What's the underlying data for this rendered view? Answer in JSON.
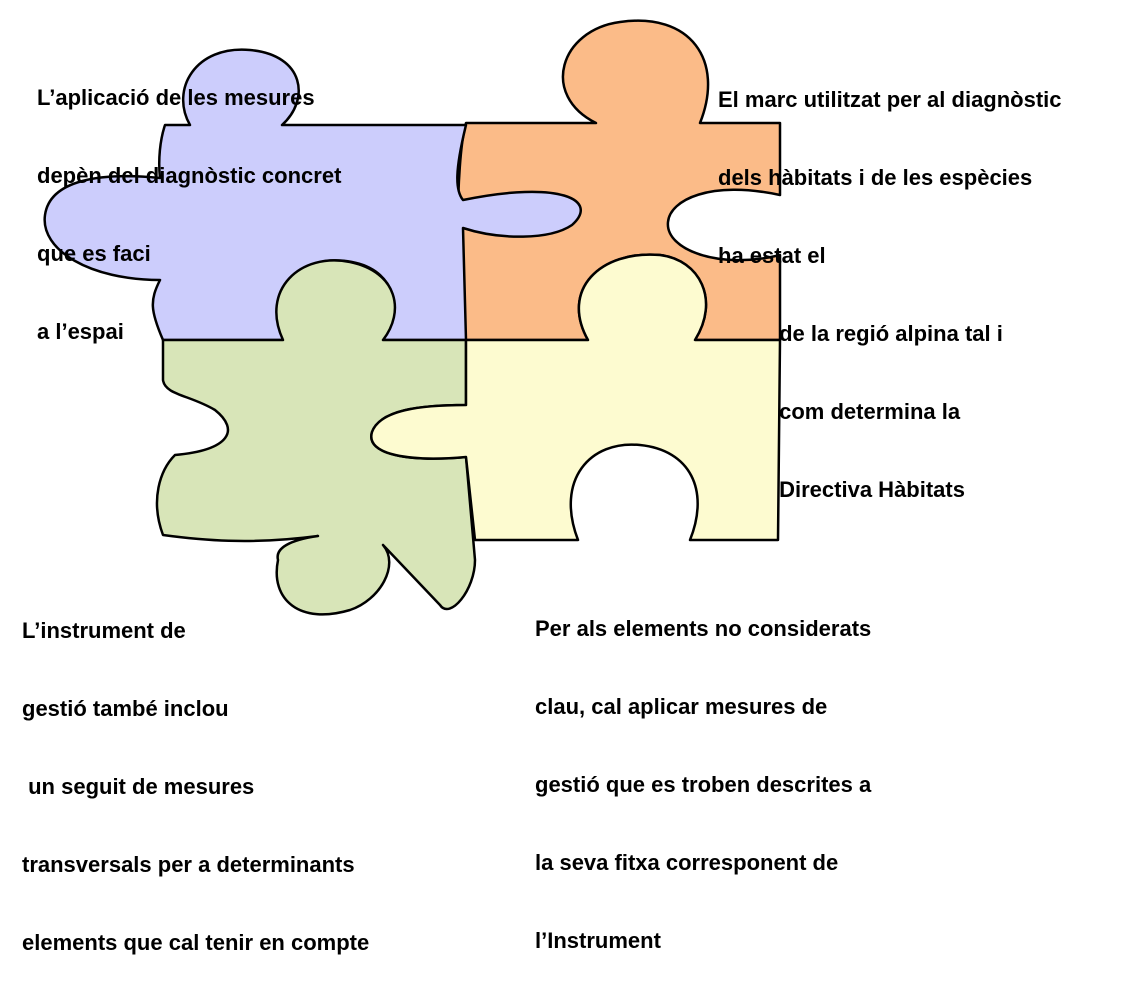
{
  "colors": {
    "piece_top_left": "#cccdfc",
    "piece_top_right": "#fbbb88",
    "piece_bottom_left": "#d8e5b8",
    "piece_bottom_right": "#fdfbd0",
    "outline": "#000000",
    "text": "#000000"
  },
  "captions": {
    "top_left": [
      "L’aplicació de les mesures",
      "depèn del diagnòstic concret",
      "que es faci",
      "a l’espai"
    ],
    "top_right": [
      "El marc utilitzat per al diagnòstic",
      "dels hàbitats i de les espècies",
      "ha estat el",
      "          de la regió alpina tal i",
      "          com determina la",
      "          Directiva Hàbitats"
    ],
    "bottom_left": [
      "L’instrument de",
      "gestió també inclou",
      " un seguit de mesures",
      "transversals per a determinants",
      "elements que cal tenir en compte"
    ],
    "bottom_right": [
      "Per als elements no considerats",
      "clau, cal aplicar mesures de",
      "gestió que es troben descrites a",
      "la seva fitxa corresponent de",
      "l’Instrument"
    ]
  }
}
